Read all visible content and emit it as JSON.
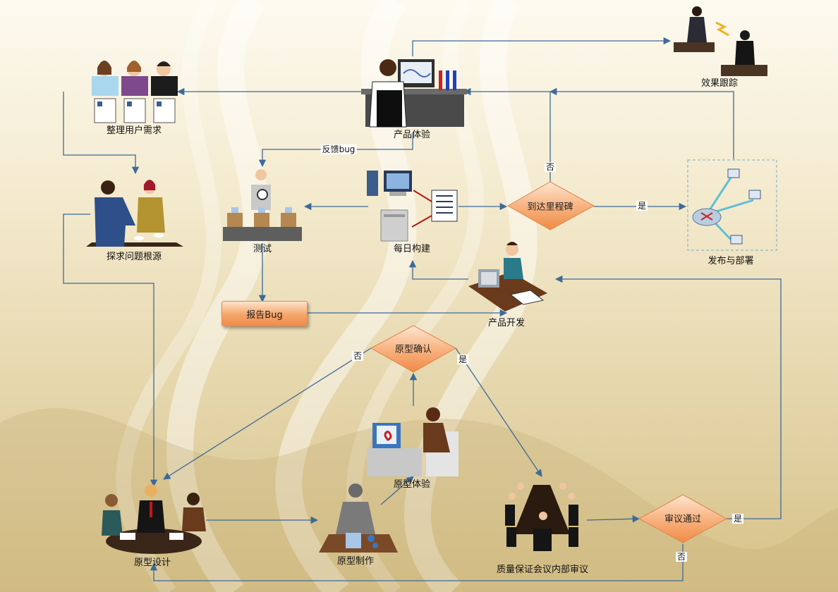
{
  "nodes": {
    "results_tracking": "效果跟踪",
    "organize_requirements": "整理用户需求",
    "product_experience": "产品体验",
    "find_root_cause": "探求问题根源",
    "testing": "测试",
    "daily_build": "每日构建",
    "reach_milestone": "到达里程碑",
    "release_deploy": "发布与部署",
    "report_bug": "报告Bug",
    "product_development": "产品开发",
    "prototype_confirm": "原型确认",
    "prototype_experience": "原型体验",
    "prototype_design": "原型设计",
    "prototype_production": "原型制作",
    "qa_internal_review": "质量保证会议内部审议",
    "review_passed": "审议通过"
  },
  "edge_labels": {
    "feedback_bug": "反馈bug",
    "milestone_no": "否",
    "milestone_yes": "是",
    "confirm_no": "否",
    "confirm_yes": "是",
    "review_yes": "是",
    "review_no": "否"
  },
  "colors": {
    "background_light": "#fbf6e6",
    "background_dark": "#d8c48c",
    "connector": "#3d6a98",
    "decision_fill": "#f6a56c"
  },
  "icons": {
    "results_tracking": "people-on-phone-icon",
    "organize_requirements": "user-profiles-icon",
    "product_experience": "user-at-computer-icon",
    "find_root_cause": "meeting-people-icon",
    "testing": "tester-with-magnifier-icon",
    "daily_build": "computer-and-printer-icon",
    "release_deploy": "network-router-icon",
    "product_development": "developer-at-desk-icon",
    "prototype_experience": "woman-at-computer-icon",
    "prototype_design": "design-meeting-icon",
    "prototype_production": "worker-with-tools-icon",
    "qa_internal_review": "conference-table-icon"
  }
}
